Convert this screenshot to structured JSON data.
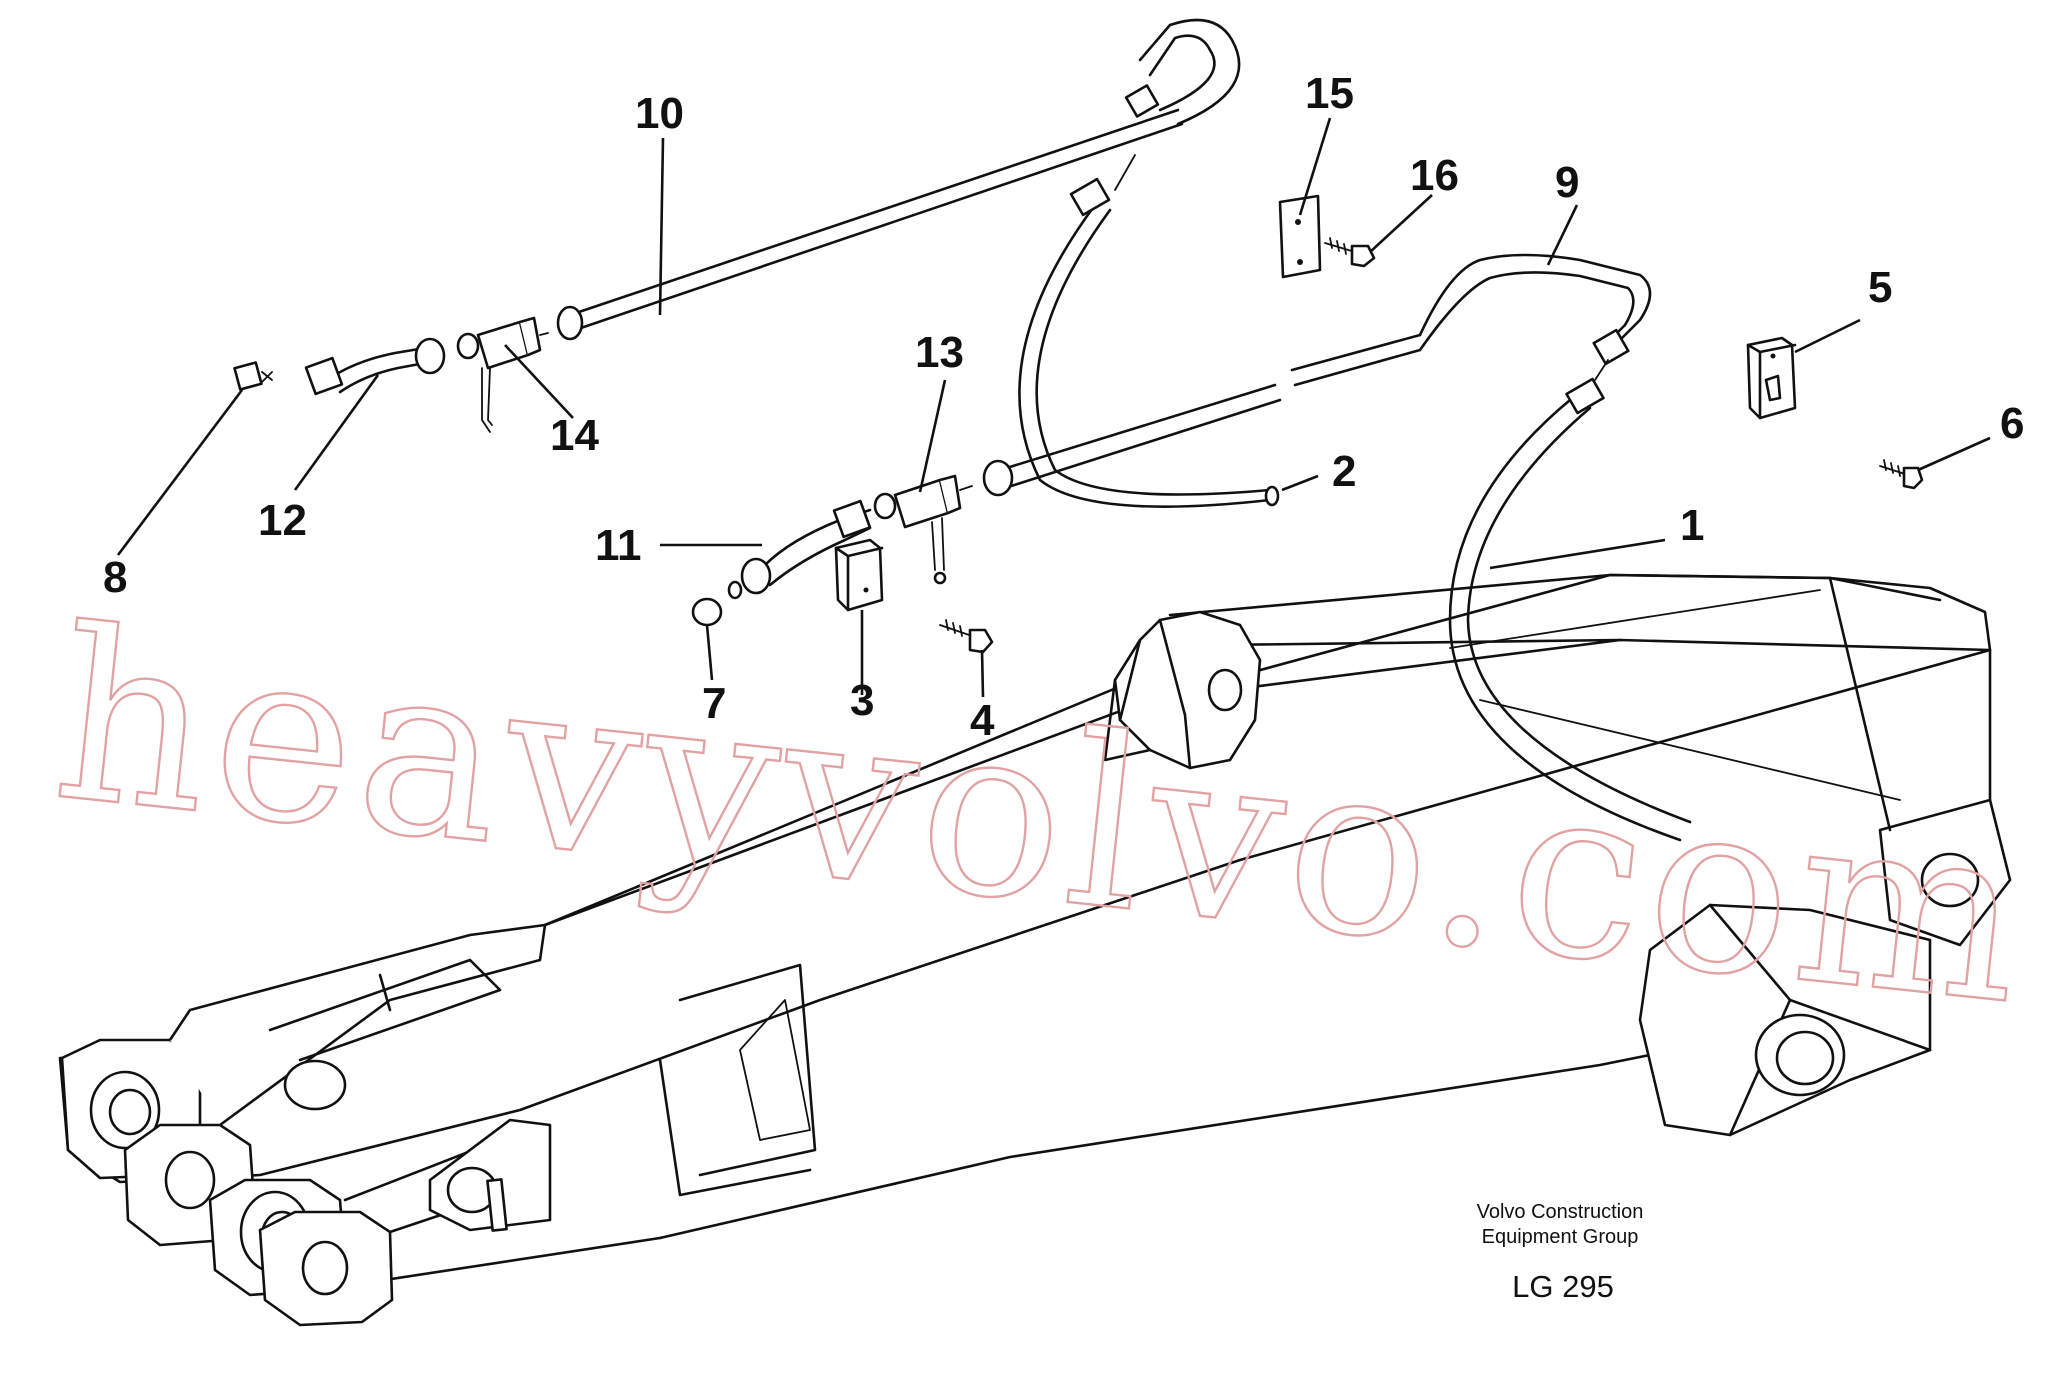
{
  "callouts": [
    "1",
    "2",
    "3",
    "4",
    "5",
    "6",
    "7",
    "8",
    "9",
    "10",
    "11",
    "12",
    "13",
    "14",
    "15",
    "16"
  ],
  "watermark": "heavyvolvo.com",
  "credit_line1": "Volvo Construction",
  "credit_line2": "Equipment Group",
  "drawing_code": "LG 295",
  "colors": {
    "line": "#111111",
    "watermark": "#e2a2a2",
    "background": "#ffffff"
  }
}
